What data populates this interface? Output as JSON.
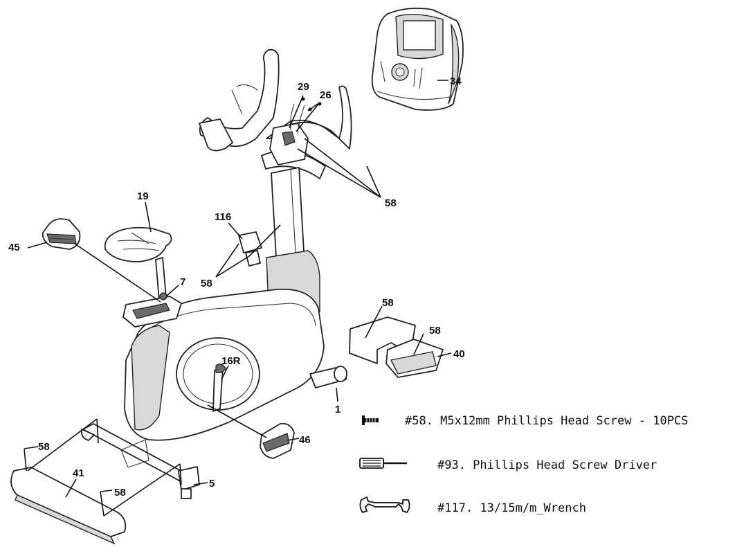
{
  "labels": {
    "p1": "1",
    "p5": "5",
    "p7": "7",
    "p16r": "16R",
    "p19": "19",
    "p26": "26",
    "p29": "29",
    "p34": "34",
    "p40": "40",
    "p41": "41",
    "p45": "45",
    "p46": "46",
    "p58_handlebar": "58",
    "p58_bracket": "58",
    "p58_cover_a": "58",
    "p58_cover_b": "58",
    "p58_base_top": "58",
    "p58_base_bottom": "58",
    "p116": "116"
  },
  "tools": [
    {
      "icon": "screw-icon",
      "text": "#58. M5x12mm Phillips Head Screw - 10PCS"
    },
    {
      "icon": "screwdriver-icon",
      "text": "#93. Phillips Head Screw Driver"
    },
    {
      "icon": "wrench-icon",
      "text": "#117. 13/15m/m_Wrench"
    }
  ]
}
